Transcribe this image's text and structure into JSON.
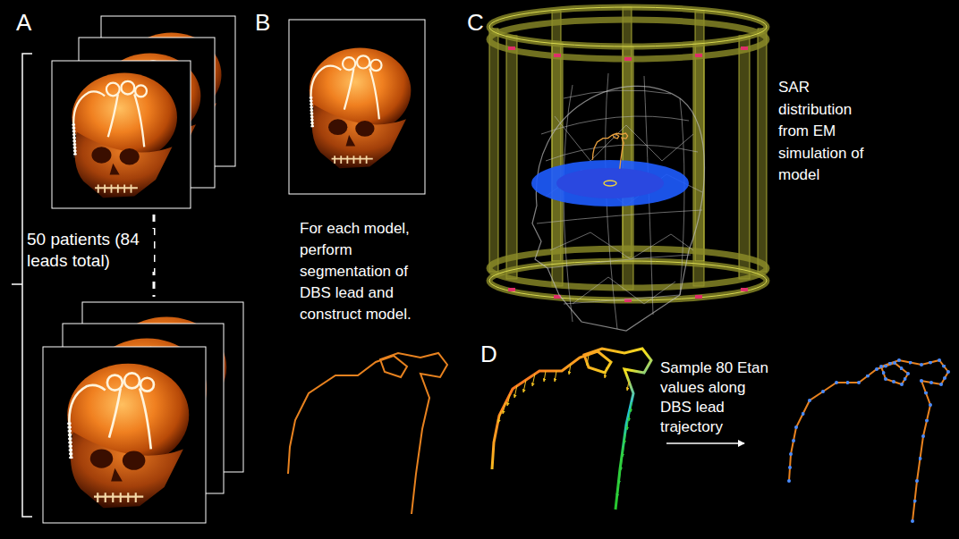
{
  "diagram": {
    "labels": [
      "A",
      "50 patients (84 leads total)",
      "B",
      "For each model, perform segmentation of DBS lead and construct model.",
      "C",
      "SAR distribution from EM simulation of model",
      "D",
      "Sample 80 Etan values along DBS lead trajectory"
    ]
  }
}
